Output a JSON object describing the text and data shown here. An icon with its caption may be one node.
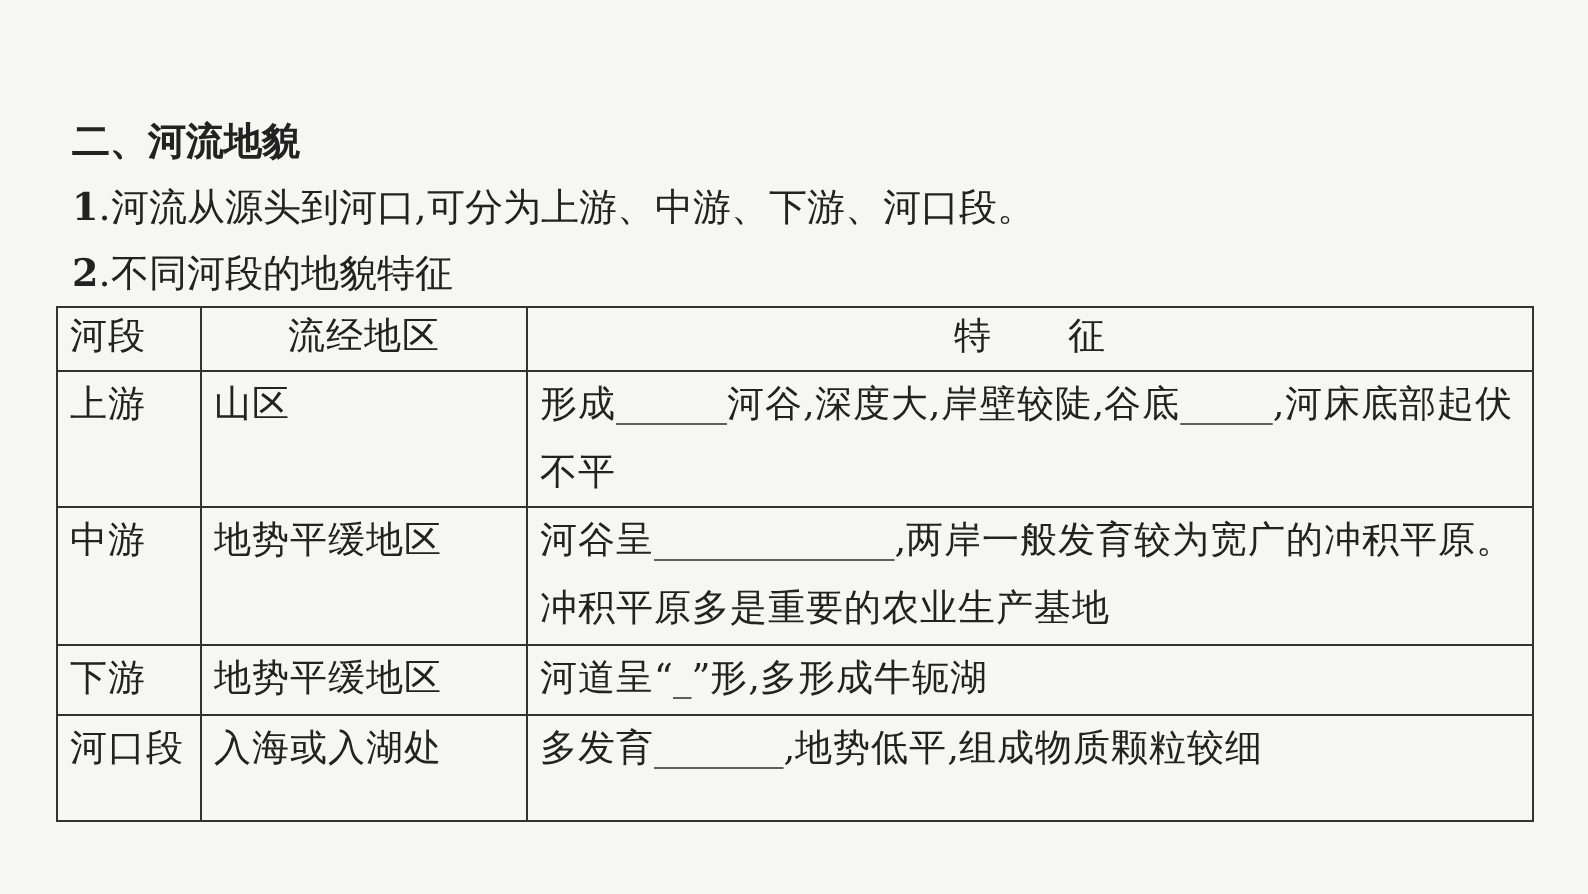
{
  "diagram": {
    "title": "二、河流地貌",
    "labels": [
      "**1**.河流从源头到河口,可分为上游、中游、下游、河口段。",
      "**2**.不同河段的地貌特征",
      "河段",
      "流经地区",
      "特　　征",
      "上游",
      "山区",
      "形成______河谷,深度大,岸壁较陡,谷底_____,河床底部起伏不平",
      "中游",
      "地势平缓地区",
      "河谷呈_____________,两岸一般发育较为宽广的冲积平原。冲积平原多是重要的农业生产基地",
      "下游",
      "地势平缓地区",
      "河道呈“_”形,多形成牛轭湖",
      "河口段",
      "入海或入湖处",
      "多发育_______,地势低平,组成物质颗粒较细"
    ]
  }
}
